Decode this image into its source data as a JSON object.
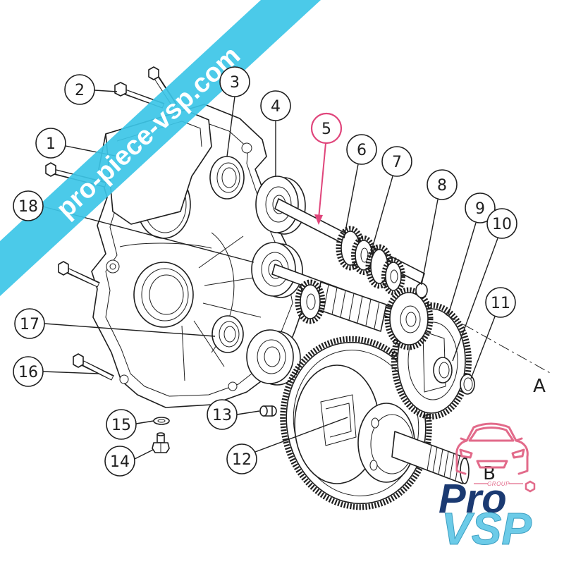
{
  "diagram": {
    "callouts": [
      "1",
      "2",
      "3",
      "4",
      "5",
      "6",
      "7",
      "8",
      "9",
      "10",
      "11",
      "12",
      "13",
      "14",
      "15",
      "16",
      "17",
      "18"
    ],
    "highlighted_callout": "5",
    "axis_labels": {
      "a": "A",
      "b": "B"
    },
    "colors": {
      "line": "#1f1f1f",
      "highlight": "#e0457b",
      "background": "#ffffff"
    }
  },
  "watermark": {
    "text": "pro-piece-vsp.com",
    "color": "#3cc5e7"
  },
  "logo": {
    "word1": "Pro",
    "word2": "VSP",
    "tag": "GROUP",
    "colors": {
      "word1": "#1b3a72",
      "word2": "#6ccbe8",
      "car": "#e26a8a"
    }
  }
}
